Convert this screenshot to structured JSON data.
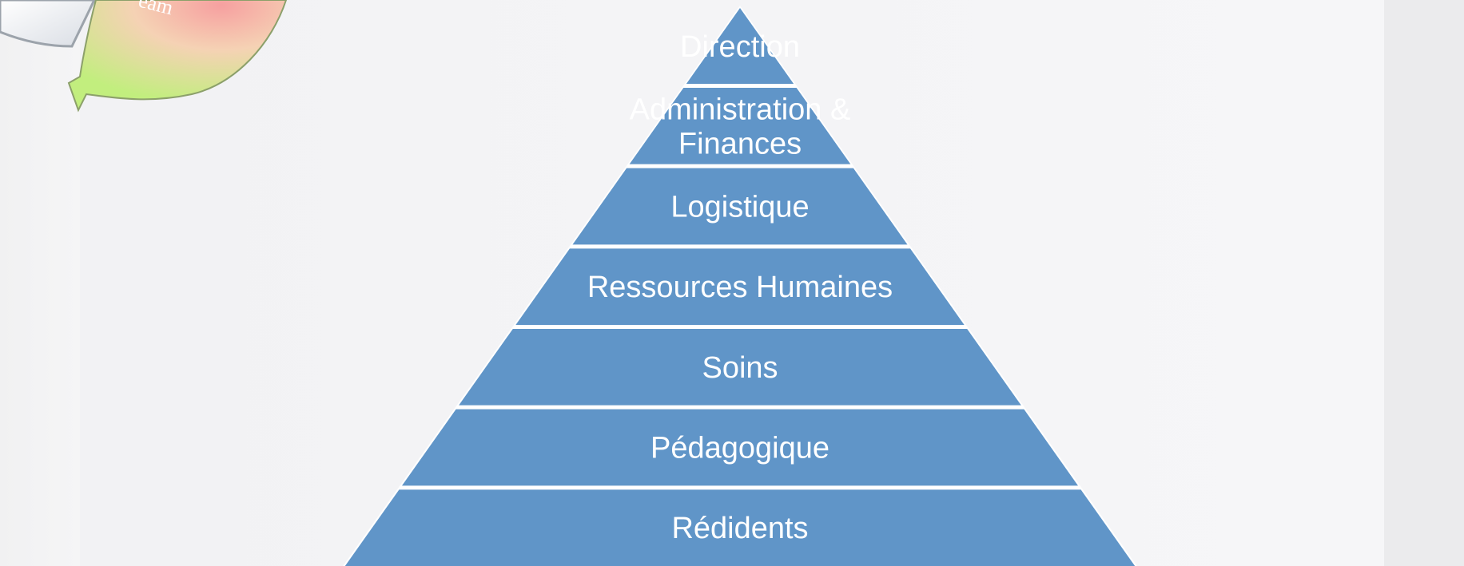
{
  "pyramid": {
    "levels": [
      {
        "lines": [
          "Direction"
        ]
      },
      {
        "lines": [
          "Administration &",
          "Finances"
        ]
      },
      {
        "lines": [
          "Logistique"
        ]
      },
      {
        "lines": [
          "Ressources Humaines"
        ]
      },
      {
        "lines": [
          "Soins"
        ]
      },
      {
        "lines": [
          "Pédagogique"
        ]
      },
      {
        "lines": [
          "Rédidents"
        ]
      }
    ],
    "fill_color": "#6095c8",
    "separator_color": "#ffffff"
  },
  "logo": {
    "text": "eam",
    "icon": "cycle-arrow-logo-icon"
  }
}
